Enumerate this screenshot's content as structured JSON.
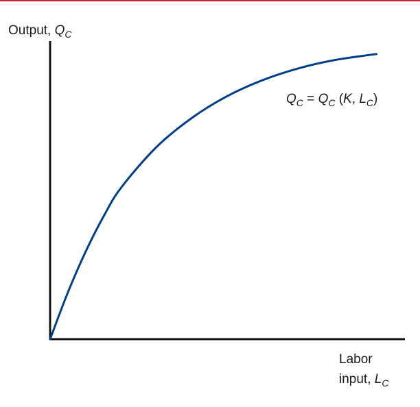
{
  "colors": {
    "top_rule": "#c8202f",
    "axes": "#111111",
    "curve": "#003f87",
    "text": "#1a1a1a"
  },
  "chart_data": {
    "type": "line",
    "grid": false,
    "legend": "none",
    "ylabel": {
      "prefix": "Output, ",
      "var": "Q",
      "sub": "C"
    },
    "xlabel": {
      "line1": "Labor",
      "line2_prefix": "input, ",
      "var": "L",
      "sub": "C"
    },
    "curve_label": {
      "lhs_var": "Q",
      "lhs_sub": "C",
      "equals": " = ",
      "fn_var": "Q",
      "fn_sub": "C",
      "args_open": " (",
      "arg1": "K",
      "sep": ", ",
      "arg2_var": "L",
      "arg2_sub": "C",
      "args_close": ")"
    },
    "xlim": [
      0,
      100
    ],
    "ylim": [
      0,
      100
    ],
    "series": [
      {
        "x": [
          0,
          5,
          10,
          15,
          20,
          30,
          40,
          50,
          60,
          70,
          80,
          90,
          92
        ],
        "y": [
          0,
          16,
          30,
          42,
          52,
          66,
          76,
          83.5,
          89,
          93,
          95.8,
          97.6,
          97.9
        ]
      }
    ]
  }
}
